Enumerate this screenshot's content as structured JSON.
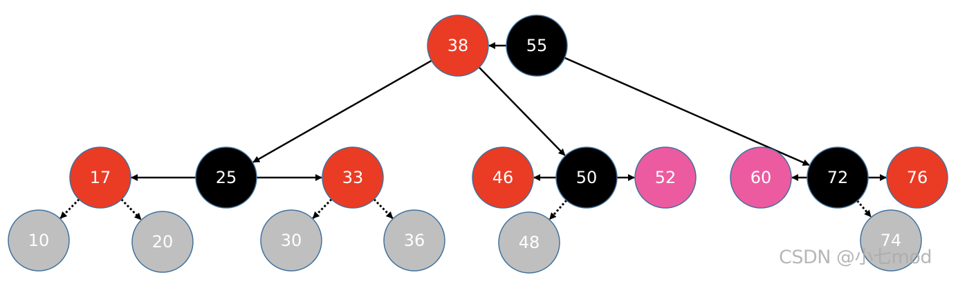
{
  "colors": {
    "red": "#ea3b24",
    "black": "#000000",
    "pink": "#ec5ba0",
    "gray": "#bfbfbf",
    "node_border": "#41719c",
    "label": "#ffffff"
  },
  "nodes": [
    {
      "id": "n38",
      "label": "38",
      "color": "red"
    },
    {
      "id": "n55",
      "label": "55",
      "color": "black"
    },
    {
      "id": "n17",
      "label": "17",
      "color": "red"
    },
    {
      "id": "n25",
      "label": "25",
      "color": "black"
    },
    {
      "id": "n33",
      "label": "33",
      "color": "red"
    },
    {
      "id": "n46",
      "label": "46",
      "color": "red"
    },
    {
      "id": "n50",
      "label": "50",
      "color": "black"
    },
    {
      "id": "n52",
      "label": "52",
      "color": "pink"
    },
    {
      "id": "n60",
      "label": "60",
      "color": "pink"
    },
    {
      "id": "n72",
      "label": "72",
      "color": "black"
    },
    {
      "id": "n76",
      "label": "76",
      "color": "red"
    },
    {
      "id": "n10",
      "label": "10",
      "color": "gray"
    },
    {
      "id": "n20",
      "label": "20",
      "color": "gray"
    },
    {
      "id": "n30",
      "label": "30",
      "color": "gray"
    },
    {
      "id": "n36",
      "label": "36",
      "color": "gray"
    },
    {
      "id": "n48",
      "label": "48",
      "color": "gray"
    },
    {
      "id": "n74",
      "label": "74",
      "color": "gray"
    }
  ],
  "edges": [
    {
      "from": "n55",
      "to": "n38",
      "style": "solid"
    },
    {
      "from": "n38",
      "to": "n25",
      "style": "solid"
    },
    {
      "from": "n38",
      "to": "n50",
      "style": "solid"
    },
    {
      "from": "n55",
      "to": "n72",
      "style": "solid"
    },
    {
      "from": "n25",
      "to": "n17",
      "style": "solid"
    },
    {
      "from": "n25",
      "to": "n33",
      "style": "solid"
    },
    {
      "from": "n50",
      "to": "n46",
      "style": "solid"
    },
    {
      "from": "n50",
      "to": "n52",
      "style": "solid"
    },
    {
      "from": "n72",
      "to": "n60",
      "style": "solid"
    },
    {
      "from": "n72",
      "to": "n76",
      "style": "solid"
    },
    {
      "from": "n17",
      "to": "n10",
      "style": "dotted"
    },
    {
      "from": "n17",
      "to": "n20",
      "style": "dotted"
    },
    {
      "from": "n33",
      "to": "n30",
      "style": "dotted"
    },
    {
      "from": "n33",
      "to": "n36",
      "style": "dotted"
    },
    {
      "from": "n50",
      "to": "n48",
      "style": "dotted"
    },
    {
      "from": "n72",
      "to": "n74",
      "style": "dotted"
    }
  ],
  "watermark": "CSDN @小七mod"
}
